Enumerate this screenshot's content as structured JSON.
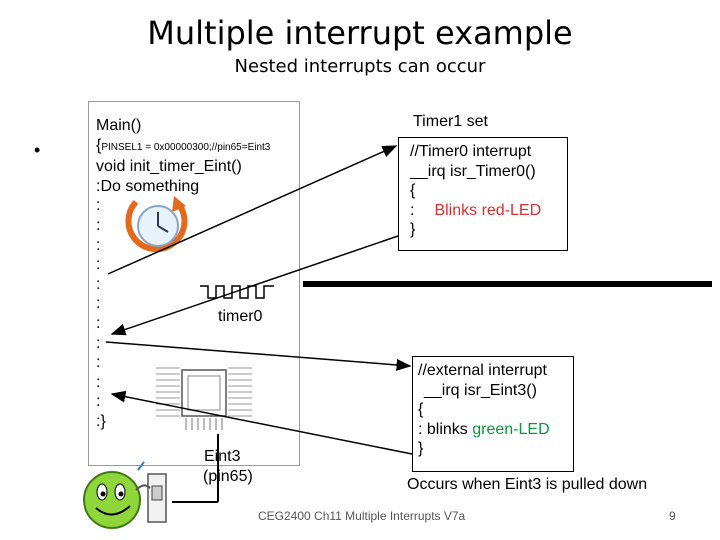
{
  "slide": {
    "title": "Multiple interrupt example",
    "subtitle": "Nested interrupts can occur",
    "bullet": "•"
  },
  "main_code": {
    "line1": "Main()",
    "line2_brace": "{",
    "line2_small": "PINSEL1 = 0x00000300;//pin65=Eint3",
    "line3": "void init_timer_Eint()",
    "line4": ":Do something",
    "colons": [
      ":",
      ":",
      ":",
      ":",
      ":",
      ":",
      ":",
      ":",
      ":",
      ":",
      ":"
    ],
    "closing": ":}"
  },
  "timer_label": "timer0",
  "eint_label": {
    "line1": "Eint3",
    "line2": "(pin65)"
  },
  "timer1_label": "Timer1 set",
  "timer0_isr": {
    "line1": "//Timer0 interrupt",
    "line2": "__irq  isr_Timer0()",
    "line3": "{",
    "line4_prefix": ":",
    "line4_text": "Blinks red-LED",
    "line5": "}"
  },
  "eint_isr": {
    "line1": "//external interrupt",
    "line2": "__irq isr_Eint3()",
    "line3": "{",
    "line4_prefix": ":  blinks ",
    "line4_text": "green-LED",
    "line5": "}"
  },
  "eint_note": "Occurs when Eint3 is pulled down",
  "footer": {
    "text": "CEG2400 Ch11 Multiple Interrupts V7a",
    "page": "9"
  },
  "colors": {
    "red_led": "#d83030",
    "green_led": "#0a9a3a",
    "smiley": "#8fd63a",
    "arrow": "#000000"
  }
}
